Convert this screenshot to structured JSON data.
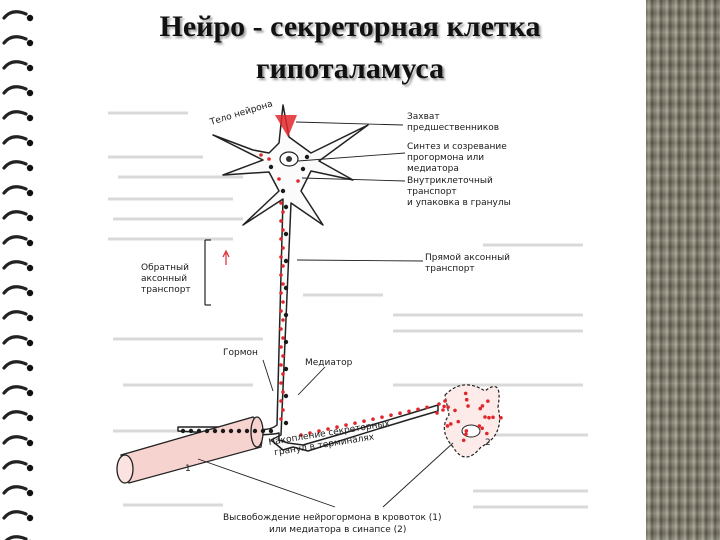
{
  "title": {
    "line1": "Нейро - секреторная клетка",
    "line2": "гипоталамуса"
  },
  "diagram": {
    "cell_body_label": "Тело нейрона",
    "labels": {
      "capture": [
        "Захват",
        "предшественников"
      ],
      "synthesis": [
        "Синтез и созревание",
        "прогормона или",
        "медиатора"
      ],
      "intracellular": [
        "Внутриклеточный",
        "транспорт",
        "и упаковка в гранулы"
      ],
      "anterograde": [
        "Прямой аксонный",
        "транспорт"
      ],
      "retrograde": [
        "Обратный",
        "аксонный",
        "транспорт"
      ],
      "hormone": "Гормон",
      "mediator": "Медиатор",
      "accumulation": [
        "Накопление секреторных",
        "гранул в терминалях"
      ],
      "release": [
        "Высвобождение нейрогормона в кровоток (1)",
        "или медиатора в синапсе (2)"
      ],
      "num1": "1",
      "num2": "2"
    },
    "colors": {
      "granule_red": "#e0272b",
      "granule_dark": "#1a1a1a",
      "outline": "#222222",
      "vessel_fill": "#f7d3d0"
    }
  }
}
